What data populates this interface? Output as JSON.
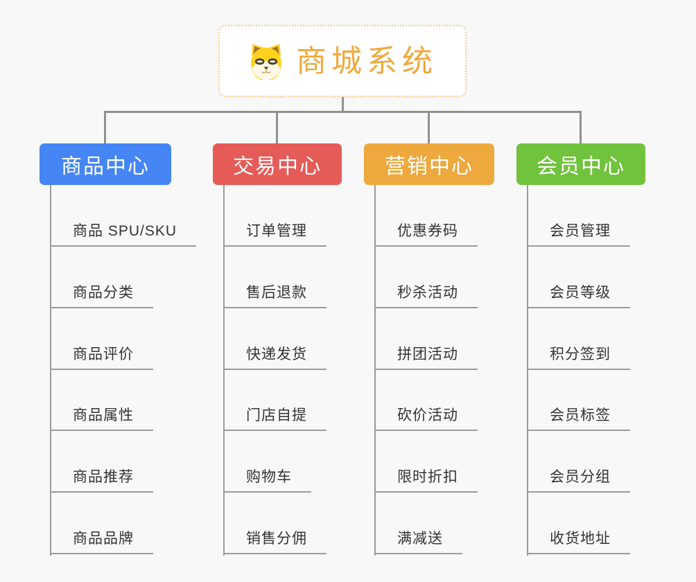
{
  "mindmap": {
    "root": {
      "title": "商城系统",
      "icon": "dog-face-icon",
      "title_color": "#f0a93c",
      "border_color": "#f5cb87"
    },
    "branches": [
      {
        "label": "商品中心",
        "color": "#4686f4",
        "children": [
          "商品 SPU/SKU",
          "商品分类",
          "商品评价",
          "商品属性",
          "商品推荐",
          "商品品牌"
        ]
      },
      {
        "label": "交易中心",
        "color": "#e45b57",
        "children": [
          "订单管理",
          "售后退款",
          "快递发货",
          "门店自提",
          "购物车",
          "销售分佣"
        ]
      },
      {
        "label": "营销中心",
        "color": "#eda83e",
        "children": [
          "优惠券码",
          "秒杀活动",
          "拼团活动",
          "砍价活动",
          "限时折扣",
          "满减送"
        ]
      },
      {
        "label": "会员中心",
        "color": "#71c23d",
        "children": [
          "会员管理",
          "会员等级",
          "积分签到",
          "会员标签",
          "会员分组",
          "收货地址"
        ]
      }
    ],
    "colors": {
      "background": "#f8f8f8",
      "connector": "#909090",
      "leaf_line": "#9b9b9b",
      "leaf_text": "#333333",
      "header_text": "#ffffff"
    }
  }
}
